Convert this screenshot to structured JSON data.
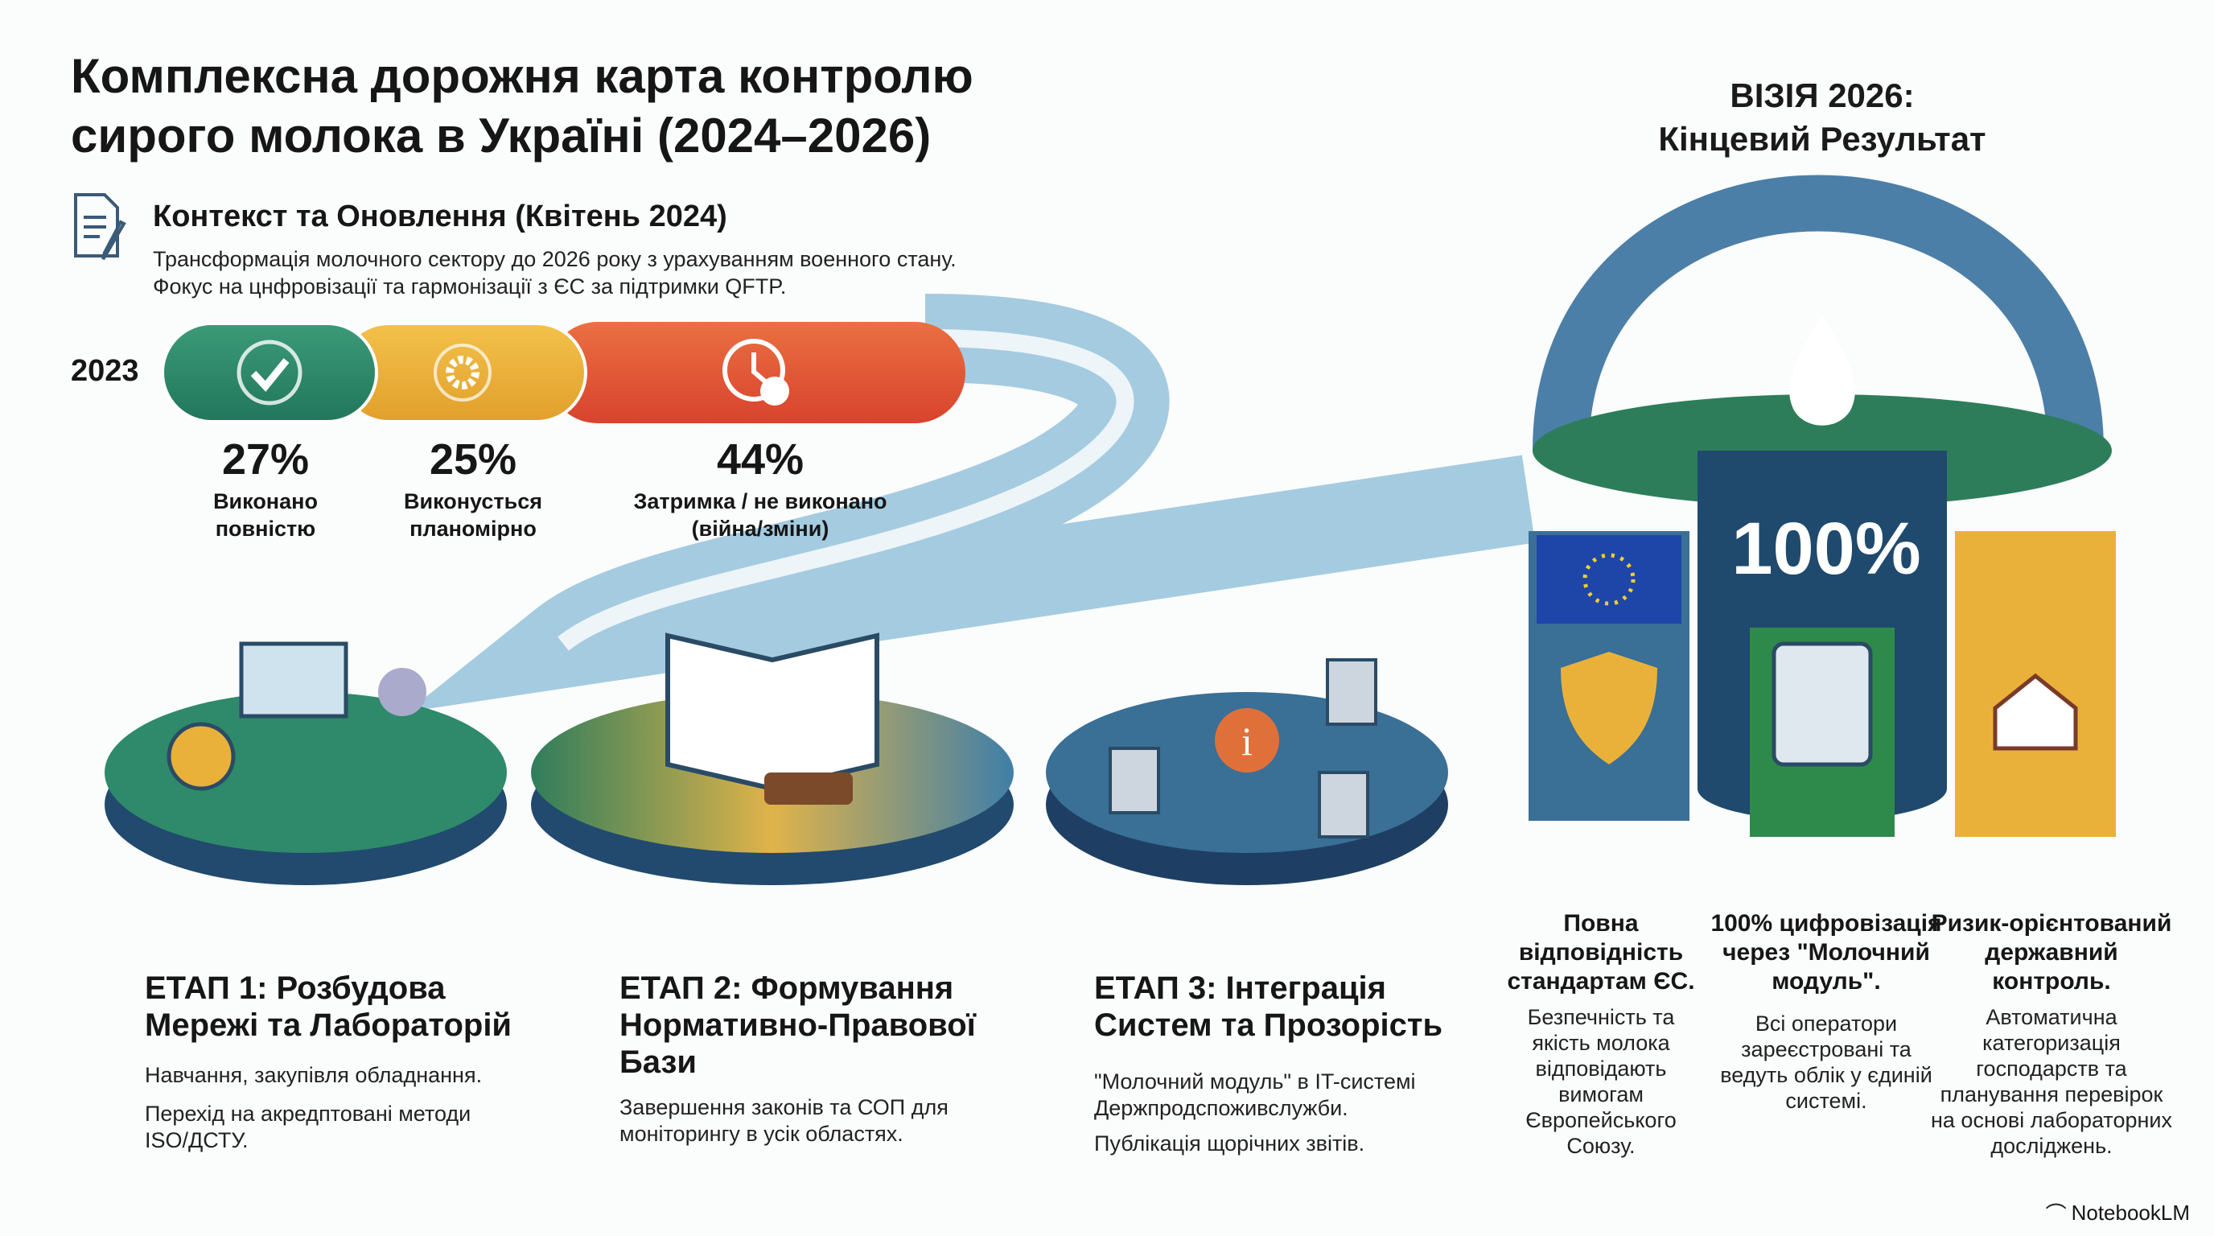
{
  "title": {
    "line1": "Комплексна дорожня карта контролю",
    "line2": "сирого молока в Україні (2024–2026)"
  },
  "vision": {
    "line1": "ВІЗІЯ 2026:",
    "line2": "Кінцевий Результат",
    "big_value": "100%"
  },
  "context": {
    "heading": "Контекст та Оновлення (Квітень 2024)",
    "description": "Трансформація молочного сектору до 2026 року з урахуванням военного стану. Фокус на цнфровізації та гармонізації з ЄС за підтримки QFTP."
  },
  "progress": {
    "year": "2023",
    "segments": [
      {
        "value": "27%",
        "label1": "Виконано",
        "label2": "повністю",
        "color": "#2e8a6a",
        "fraction": 0.27
      },
      {
        "value": "25%",
        "label1": "Виконусться",
        "label2": "планомірно",
        "color": "#e9b13a",
        "fraction": 0.25
      },
      {
        "value": "44%",
        "label1": "Затримка / не виконано",
        "label2": "(війна/зміни)",
        "color": "#e0543a",
        "fraction": 0.44
      }
    ]
  },
  "stages": [
    {
      "heading1": "ЕТАП 1: Розбудова",
      "heading2": "Мережі та Лабораторій",
      "body": [
        "Навчання, закупівля обладнання.",
        "Перехід на акредптовані методи ISO/ДСТУ."
      ]
    },
    {
      "heading1": "ЕТАП 2: Формування",
      "heading2": "Нормативно-Правової",
      "heading3": "Бази",
      "body": [
        "Завершення законів та СОП для моніторингу в усік областях."
      ]
    },
    {
      "heading1": "ЕТАП 3: Інтеграція",
      "heading2": "Систем та Прозорість",
      "body": [
        "\"Молочний модуль\" в IT-системі Держпродспоживслужби.",
        "Публікація щорічних звітів."
      ]
    }
  ],
  "results": [
    {
      "heading": "Повна відповідність стандартам ЄС.",
      "body": "Безпечність та якість молока відповідають вимогам Європейського Союзу."
    },
    {
      "heading": "100% цифровізація через \"Молочний модуль\".",
      "body": "Всі оператори зареєстровані та ведуть облік у єдиній системі."
    },
    {
      "heading": "Ризик-орієнтований державний контроль.",
      "body": "Автоматична категоризація господарств та планування перевірок на основі лабораторних досліджень."
    }
  ],
  "brand": "NotebookLM"
}
